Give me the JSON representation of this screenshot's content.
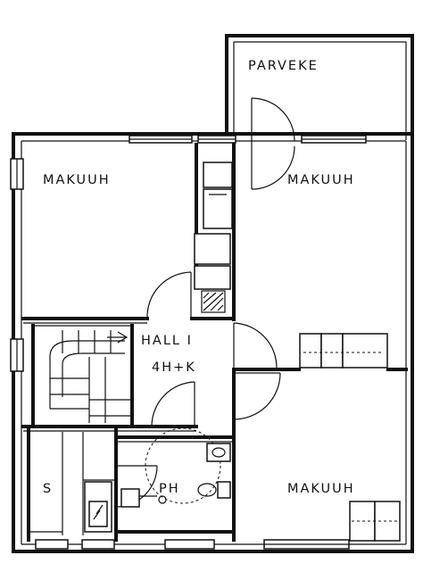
{
  "floorplan": {
    "rooms": {
      "balcony": "PARVEKE",
      "bedroom_top_left": "MAKUUH",
      "bedroom_top_right": "MAKUUH",
      "bedroom_bottom_right": "MAKUUH",
      "hall": "HALL I",
      "apartment_type": "4H+K",
      "sauna": "S",
      "bathroom": "PH"
    },
    "colors": {
      "lines": "#111111",
      "background": "#ffffff"
    }
  }
}
